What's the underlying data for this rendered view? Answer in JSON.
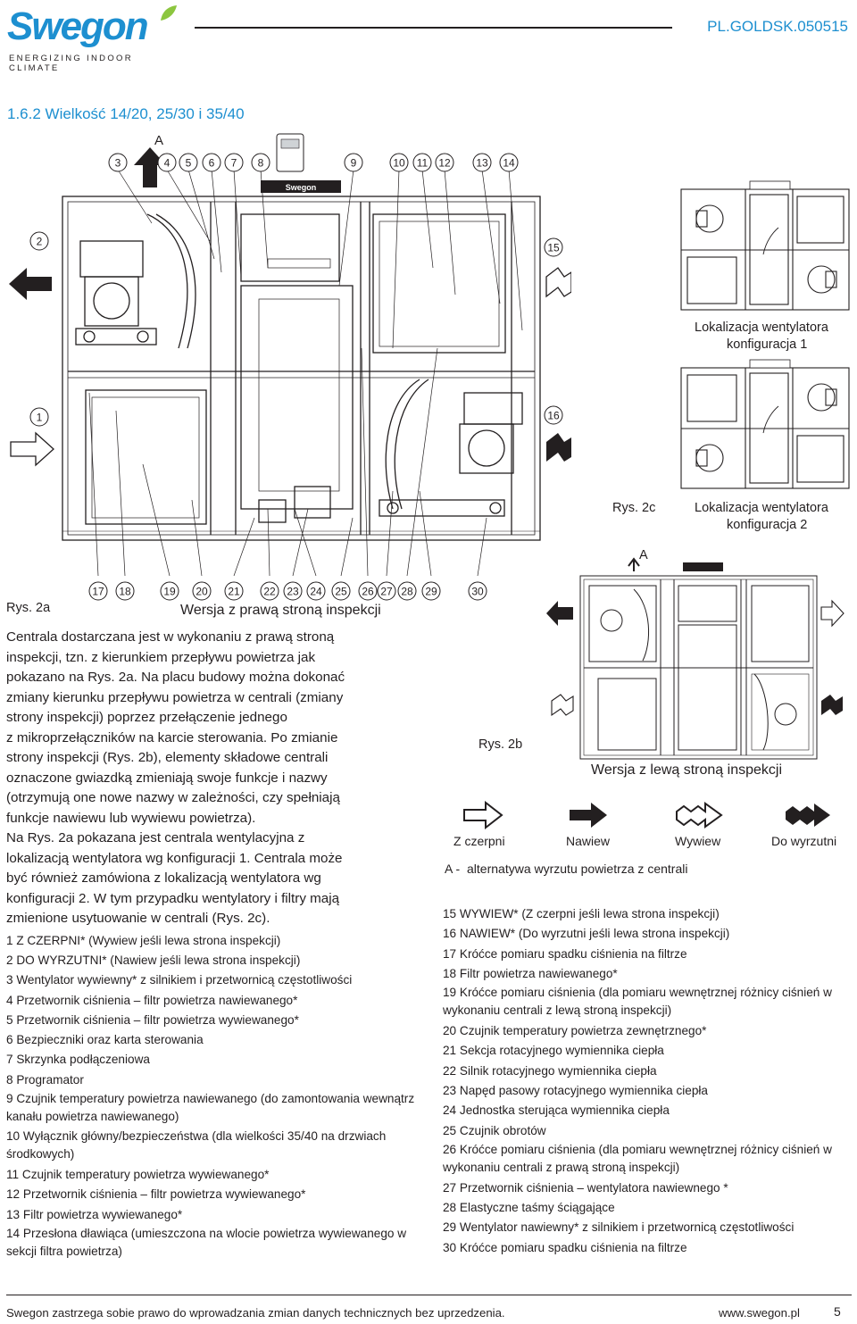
{
  "header": {
    "logo_text": "Swegon",
    "logo_tagline": "ENERGIZING INDOOR CLIMATE",
    "doc_code": "PL.GOLDSK.050515"
  },
  "section_title": "1.6.2 Wielkość 14/20, 25/30 i 35/40",
  "fig2a": {
    "top_letter": "A",
    "top_numbers": [
      "3",
      "4",
      "5",
      "6",
      "7",
      "8",
      "9",
      "10",
      "11",
      "12",
      "13",
      "14"
    ],
    "left_numbers": [
      "2",
      "1"
    ],
    "right_numbers": [
      "15",
      "16"
    ],
    "bottom_numbers": [
      "17",
      "18",
      "19",
      "20",
      "21",
      "22",
      "23",
      "24",
      "25",
      "26",
      "27",
      "28",
      "29",
      "30"
    ],
    "panel_label": "Swegon",
    "rys_label": "Rys. 2a",
    "subtitle": "Wersja z prawą stroną inspekcji"
  },
  "fig2c": {
    "label_config1_line1": "Lokalizacja wentylatora",
    "label_config1_line2": "konfiguracja 1",
    "label_config2_line1": "Lokalizacja wentylatora",
    "label_config2_line2": "konfiguracja 2",
    "rys_label": "Rys. 2c"
  },
  "fig2b": {
    "top_letter": "A",
    "rys_label": "Rys. 2b",
    "subtitle": "Wersja z lewą stroną inspekcji"
  },
  "arrow_legend": {
    "items": [
      {
        "label": "Z czerpni",
        "icon": "outline-arrow-icon"
      },
      {
        "label": "Nawiew",
        "icon": "solid-arrow-icon"
      },
      {
        "label": "Wywiew",
        "icon": "outline-wavy-arrow-icon"
      },
      {
        "label": "Do wyrzutni",
        "icon": "solid-wavy-arrow-icon"
      }
    ],
    "note_prefix": "A -",
    "note_text": "alternatywa wyrzutu powietrza z centrali"
  },
  "body_text": [
    "Centrala dostarczana jest w wykonaniu z prawą stroną",
    "inspekcji, tzn. z kierunkiem przepływu powietrza jak",
    "pokazano na Rys. 2a. Na placu budowy można dokonać",
    "zmiany kierunku przepływu powietrza w centrali (zmiany",
    "strony inspekcji) poprzez przełączenie jednego",
    "z mikroprzełączników na karcie sterowania. Po zmianie",
    "strony inspekcji (Rys. 2b), elementy składowe centrali",
    "oznaczone gwiazdką zmieniają swoje funkcje i nazwy",
    "(otrzymują one nowe nazwy w zależności, czy spełniają",
    "funkcje nawiewu lub wywiewu powietrza).",
    "Na Rys. 2a pokazana jest centrala wentylacyjna z",
    "lokalizacją wentylatora wg konfiguracji 1. Centrala może",
    "być również zamówiona z lokalizacją wentylatora wg",
    "konfiguracji 2. W tym przypadku wentylatory i filtry mają",
    "zmienione usytuowanie w centrali (Rys. 2c)."
  ],
  "legend_left": [
    {
      "text": "1 Z CZERPNI* (Wywiew jeśli lewa strona inspekcji)"
    },
    {
      "text": "2 DO WYRZUTNI* (Nawiew jeśli lewa strona inspekcji)"
    },
    {
      "text": "3 Wentylator  wywiewny* z silnikiem i przetwornicą częstotliwości",
      "wrap": true
    },
    {
      "text": "4 Przetwornik ciśnienia – filtr powietrza nawiewanego*"
    },
    {
      "text": "5 Przetwornik ciśnienia – filtr powietrza wywiewanego*"
    },
    {
      "text": "6 Bezpieczniki oraz karta sterowania"
    },
    {
      "text": "7 Skrzynka podłączeniowa"
    },
    {
      "text": "8 Programator"
    },
    {
      "text": "9 Czujnik temperatury powietrza nawiewanego (do zamontowania wewnątrz kanału powietrza nawiewanego)",
      "wrap": true
    },
    {
      "text": "10 Wyłącznik główny/bezpieczeństwa (dla wielkości 35/40 na drzwiach środkowych)",
      "wrap": true
    },
    {
      "text": "11 Czujnik temperatury powietrza wywiewanego*"
    },
    {
      "text": "12 Przetwornik ciśnienia – filtr powietrza wywiewanego*"
    },
    {
      "text": "13 Filtr powietrza wywiewanego*"
    },
    {
      "text": "14 Przesłona dławiąca (umieszczona na wlocie powietrza wywiewanego w sekcji filtra powietrza)",
      "wrap": true
    }
  ],
  "legend_right": [
    {
      "text": "15 WYWIEW* (Z czerpni jeśli lewa strona inspekcji)"
    },
    {
      "text": "16 NAWIEW* (Do wyrzutni jeśli lewa strona inspekcji)"
    },
    {
      "text": "17 Króćce pomiaru spadku ciśnienia na filtrze"
    },
    {
      "text": "18 Filtr powietrza nawiewanego*"
    },
    {
      "text": "19 Króćce pomiaru ciśnienia (dla pomiaru wewnętrznej różnicy ciśnień w wykonaniu centrali z lewą stroną inspekcji)",
      "wrap": true
    },
    {
      "text": "20 Czujnik temperatury powietrza zewnętrznego*"
    },
    {
      "text": "21 Sekcja rotacyjnego wymiennika ciepła"
    },
    {
      "text": "22 Silnik rotacyjnego wymiennika ciepła"
    },
    {
      "text": "23 Napęd pasowy rotacyjnego wymiennika ciepła"
    },
    {
      "text": "24 Jednostka sterująca wymiennika ciepła"
    },
    {
      "text": "25 Czujnik obrotów"
    },
    {
      "text": "26 Króćce pomiaru ciśnienia (dla pomiaru wewnętrznej różnicy ciśnień w wykonaniu centrali z prawą stroną inspekcji)",
      "wrap": true
    },
    {
      "text": "27 Przetwornik ciśnienia – wentylatora nawiewnego *"
    },
    {
      "text": "28 Elastyczne taśmy ściągające"
    },
    {
      "text": "29 Wentylator nawiewny* z silnikiem i przetwornicą częstotliwości",
      "wrap": true
    },
    {
      "text": "30 Króćce pomiaru spadku ciśnienia na filtrze"
    }
  ],
  "footer": {
    "disclaimer": "Swegon zastrzega sobie prawo do wprowadzania zmian danych technicznych bez uprzedzenia.",
    "url": "www.swegon.pl",
    "page": "5"
  },
  "colors": {
    "brand_blue": "#1d8fd0",
    "text": "#231f20"
  }
}
